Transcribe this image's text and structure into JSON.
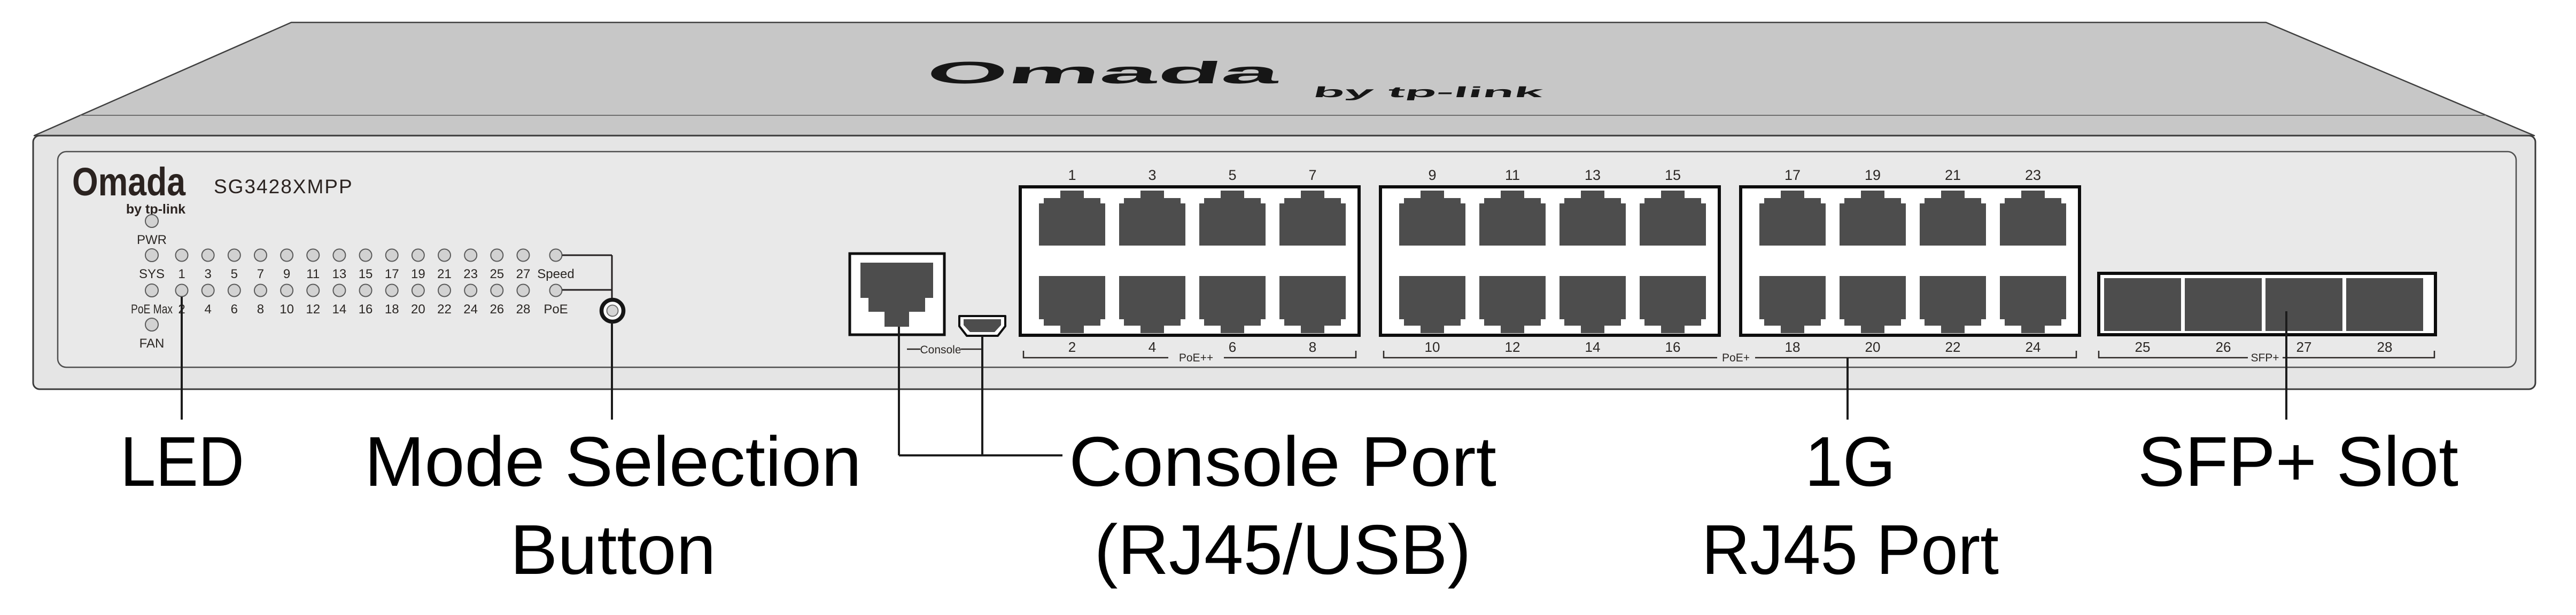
{
  "top_lid": {
    "brand": "Omada",
    "byline": "by tp-link"
  },
  "panel": {
    "brand": "Omada",
    "byline": "by tp-link",
    "model": "SG3428XMPP"
  },
  "status_leds": [
    {
      "label": "PWR"
    },
    {
      "label": "SYS"
    },
    {
      "label": "PoE Max"
    },
    {
      "label": "FAN"
    }
  ],
  "port_led_rows": [
    {
      "labels": [
        "1",
        "3",
        "5",
        "7",
        "9",
        "11",
        "13",
        "15",
        "17",
        "19",
        "21",
        "23",
        "25",
        "27",
        "Speed"
      ]
    },
    {
      "labels": [
        "2",
        "4",
        "6",
        "8",
        "10",
        "12",
        "14",
        "16",
        "18",
        "20",
        "22",
        "24",
        "26",
        "28",
        "PoE"
      ]
    }
  ],
  "console": {
    "silk_label": "Console"
  },
  "port_blocks": [
    {
      "top_numbers": [
        "1",
        "3",
        "5",
        "7"
      ],
      "bottom_numbers": [
        "2",
        "4",
        "6",
        "8"
      ]
    },
    {
      "top_numbers": [
        "9",
        "11",
        "13",
        "15"
      ],
      "bottom_numbers": [
        "10",
        "12",
        "14",
        "16"
      ]
    },
    {
      "top_numbers": [
        "17",
        "19",
        "21",
        "23"
      ],
      "bottom_numbers": [
        "18",
        "20",
        "22",
        "24"
      ]
    }
  ],
  "brackets": {
    "poe_plus_plus": "PoE++",
    "poe_plus": "PoE+",
    "sfp_plus": "SFP+"
  },
  "sfp": {
    "numbers": [
      "25",
      "26",
      "27",
      "28"
    ]
  },
  "callouts": {
    "led": "LED",
    "mode_line1": "Mode Selection",
    "mode_line2": "Button",
    "console_line1": "Console Port",
    "console_line2": "(RJ45/USB)",
    "rj45_line1": "1G",
    "rj45_line2": "RJ45 Port",
    "sfp": "SFP+ Slot"
  },
  "colors": {
    "lid": "#c7c7c7",
    "face": "#e5e5e5",
    "panel": "#e9e9e9",
    "jack": "#4d4d4d",
    "led_fill": "#d2d2d2",
    "led_stroke": "#5a5a5a",
    "line": "#231f20",
    "silk_text": "#2b2724",
    "label_text": "#000000"
  }
}
